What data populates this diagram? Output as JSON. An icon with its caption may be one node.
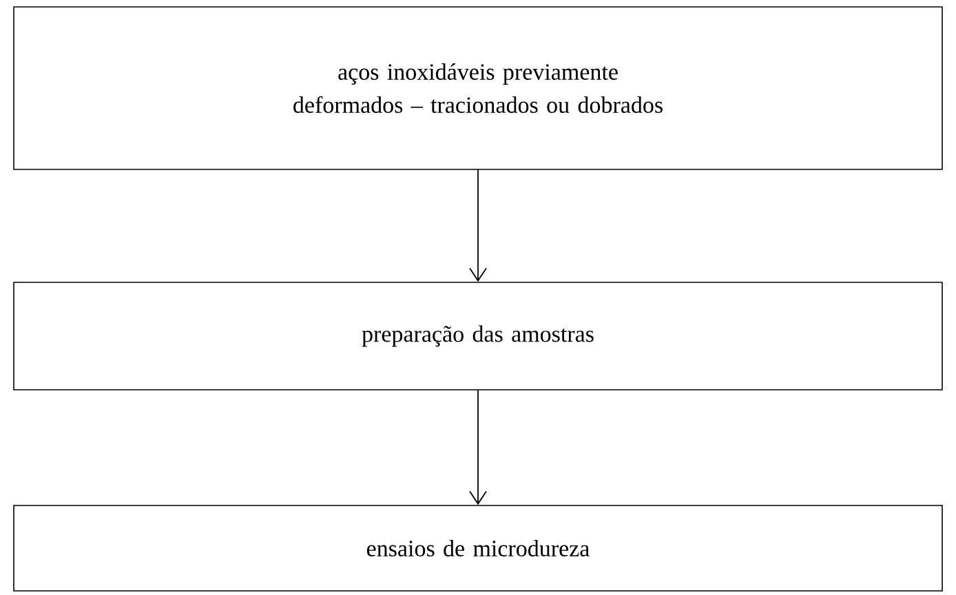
{
  "diagram": {
    "nodes": [
      {
        "text": [
          "aços inoxidáveis previamente deformados – tracionados ou dobrados"
        ]
      },
      {
        "text": [
          "preparação das amostras"
        ]
      },
      {
        "text": [
          "ensaios de microdureza"
        ]
      }
    ],
    "edges": [
      {
        "from": 0,
        "to": 1,
        "arrow": "to"
      },
      {
        "from": 1,
        "to": 2,
        "arrow": "to"
      }
    ]
  }
}
